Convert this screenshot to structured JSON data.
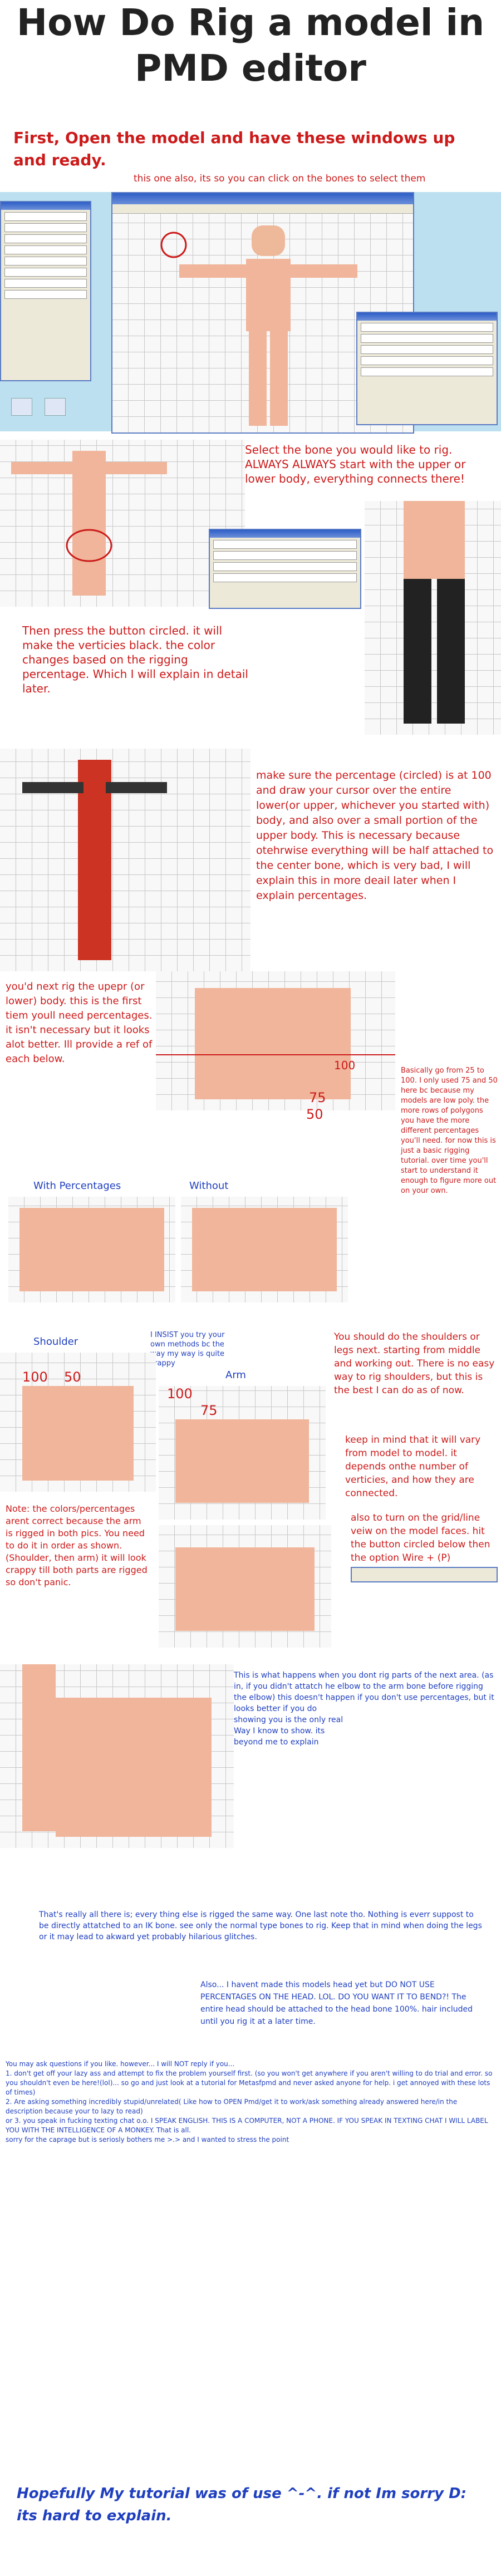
{
  "header": {
    "title_line1": "How Do Rig a model in",
    "title_line2": "PMD editor"
  },
  "step1": {
    "text": "First, Open the model and have these windows up and ready.",
    "note": "this one also, its so you can click on the bones to select them"
  },
  "step2": {
    "text": "Select the bone you would like to rig.\nALWAYS ALWAYS start with the upper or lower body, everything connects there!"
  },
  "step3": {
    "text": "Then press the button circled. it will make the verticies black. the color changes based on the rigging percentage. Which I will explain in detail later."
  },
  "step4": {
    "text": "make sure the percentage (circled) is at 100 and draw your cursor over the entire lower(or upper, whichever you started with) body, and also over a small portion of the upper body. This is necessary because otehrwise everything will be half attached to the center bone, which is very bad, I will explain this in more deail later when I explain percentages."
  },
  "step5": {
    "text": "you'd next rig the upepr (or lower) body. this is the first tiem youll need percentages. it isn't necessary but it looks alot better. Ill provide a ref of each below.",
    "label_100": "100",
    "label_75": "75",
    "label_50": "50",
    "side_note": "Basically go from 25 to 100. I only used 75 and 50 here bc because my models are low poly. the more rows of polygons you have the more different percentages you'll need. for now this is just a basic rigging tutorial. over time you'll start to understand it enough to figure more out on your own."
  },
  "compare": {
    "with_label": "With Percentages",
    "without_label": "Without"
  },
  "shoulder": {
    "shoulder_label": "Shoulder",
    "arm_label": "Arm",
    "insist_note": "I INSIST you try your own methods bc the way my way is quite crappy",
    "label_100a": "100",
    "label_50": "50",
    "label_100b": "100",
    "label_75": "75",
    "right_text1": "You should do the shoulders or legs next. starting from middle and working out. There is no easy way to rig shoulders, but this is the best I can do as of now.",
    "right_text2": "keep in mind that it will vary from model to model. it depends onthe number of verticies, and how they are connected.",
    "right_text3": "also to turn on the grid/line veiw on the model faces. hit the button circled below then the option  Wire + (P)",
    "note_left": "Note: the colors/percentages arent correct because the arm is rigged in both pics. You need to do it in order as shown. (Shoulder, then arm) it will look crappy till both parts are rigged so don't panic."
  },
  "elbow": {
    "note": "This is what happens when you dont rig parts of the next area. (as in, if you didn't attatch he elbow to the arm bone before rigging the elbow) this doesn't happen if you don't use percentages, but it looks better if you do\n     showing you is the only real\n     Way I know to show. its\n     beyond me to explain"
  },
  "footer": {
    "para1": "That's really all there is; every thing else is rigged the same way. One last note tho. Nothing is everr suppost to be directly attatched to an IK bone. see only the normal type bones to rig. Keep that in mind when doing the legs or it may lead to akward yet probably hilarious glitches.",
    "para2": "Also... I havent made this models head yet but DO NOT USE PERCENTAGES ON THE HEAD. LOL. DO YOU WANT IT TO BEND?! The entire head should be attached to the head bone 100%. hair included until you rig it at a later time.",
    "para3": "You may ask questions if you like. however... I will NOT reply if you...\n1. don't get off your lazy ass and attempt to fix the problem yourself first. (so you won't get anywhere if you aren't willing to do trial and error. so you shouldn't even be here!(lol)... so go and just look at a tutorial for Metasfpmd and never asked anyone for help. i get annoyed with these lots of times)\n2. Are asking something incredibly stupid/unrelated( Like how to OPEN Pmd/get it to work/ask something already answered here/in the description because your to lazy to read)\n or 3. you speak in fucking texting chat o.o. I SPEAK ENGLISH. THIS IS A COMPUTER, NOT A PHONE. IF YOU SPEAK IN TEXTING CHAT I WILL LABEL YOU WITH THE INTELLIGENCE OF A MONKEY. That is all.\nsorry for the caprage but is seriosly bothers me >.> and I wanted to stress the point",
    "closing": "Hopefully My tutorial was of use ^-^. if not Im sorry D:\nits hard to explain."
  },
  "colors": {
    "accent_red": "#cc1a1a",
    "note_blue": "#1f3fbf",
    "window_blue": "#2e5fc7"
  }
}
